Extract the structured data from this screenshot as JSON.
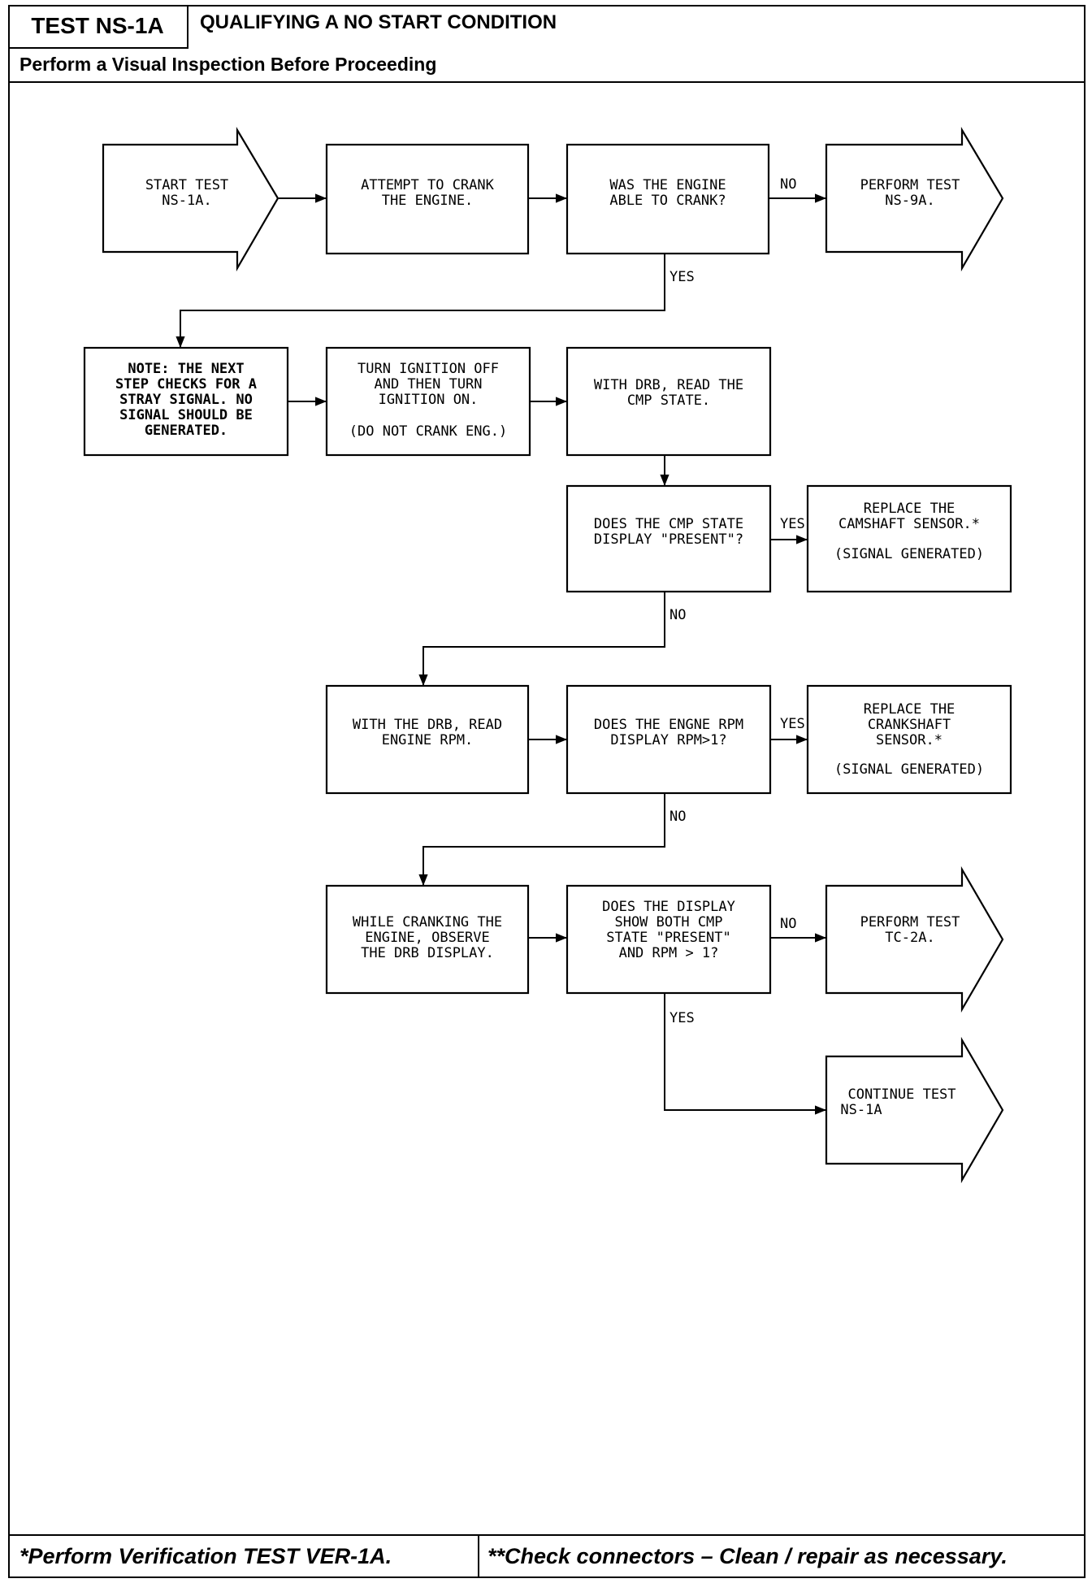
{
  "header": {
    "test_id": "TEST NS-1A",
    "title": "QUALIFYING A NO START CONDITION",
    "subtitle": "Perform a Visual Inspection Before Proceeding"
  },
  "footer": {
    "left": "*Perform Verification TEST VER-1A.",
    "right": "**Check connectors – Clean / repair as necessary."
  },
  "nodes": [
    {
      "id": "start",
      "lines": [
        "START TEST",
        "NS-1A."
      ]
    },
    {
      "id": "crank",
      "lines": [
        "ATTEMPT TO CRANK",
        "THE ENGINE."
      ]
    },
    {
      "id": "able",
      "lines": [
        "WAS THE ENGINE",
        "ABLE TO CRANK?"
      ]
    },
    {
      "id": "ns9a",
      "lines": [
        "PERFORM TEST",
        "NS-9A."
      ]
    },
    {
      "id": "note",
      "lines": [
        "NOTE: THE NEXT",
        "STEP CHECKS FOR A",
        "STRAY SIGNAL. NO",
        "SIGNAL SHOULD BE",
        "GENERATED."
      ]
    },
    {
      "id": "ign",
      "lines": [
        "TURN IGNITION OFF",
        "AND THEN TURN",
        "IGNITION ON.",
        "(DO NOT CRANK ENG.)"
      ]
    },
    {
      "id": "readcmp",
      "lines": [
        "WITH DRB, READ THE",
        "CMP STATE."
      ]
    },
    {
      "id": "cmpq",
      "lines": [
        "DOES THE CMP STATE",
        "DISPLAY \"PRESENT\"?"
      ]
    },
    {
      "id": "cam",
      "lines": [
        "REPLACE THE",
        "CAMSHAFT SENSOR.*",
        "(SIGNAL GENERATED)"
      ]
    },
    {
      "id": "readrpm",
      "lines": [
        "WITH THE DRB, READ",
        "ENGINE RPM."
      ]
    },
    {
      "id": "rpmq",
      "lines": [
        "DOES THE ENGNE RPM",
        "DISPLAY RPM>1?"
      ]
    },
    {
      "id": "crankshaft",
      "lines": [
        "REPLACE THE",
        "CRANKSHAFT",
        "SENSOR.*",
        "(SIGNAL GENERATED)"
      ]
    },
    {
      "id": "observe",
      "lines": [
        "WHILE CRANKING THE",
        "ENGINE, OBSERVE",
        "THE DRB DISPLAY."
      ]
    },
    {
      "id": "bothq",
      "lines": [
        "DOES THE DISPLAY",
        "SHOW BOTH CMP",
        "STATE \"PRESENT\"",
        "AND RPM > 1?"
      ]
    },
    {
      "id": "tc2a",
      "lines": [
        "PERFORM TEST",
        "TC-2A."
      ]
    },
    {
      "id": "cont",
      "lines": [
        "CONTINUE TEST",
        "NS-1A"
      ]
    }
  ],
  "edge_labels": {
    "able_no": "NO",
    "able_yes": "YES",
    "cmpq_yes": "YES",
    "cmpq_no": "NO",
    "rpmq_yes": "YES",
    "rpmq_no": "NO",
    "bothq_no": "NO",
    "bothq_yes": "YES"
  }
}
